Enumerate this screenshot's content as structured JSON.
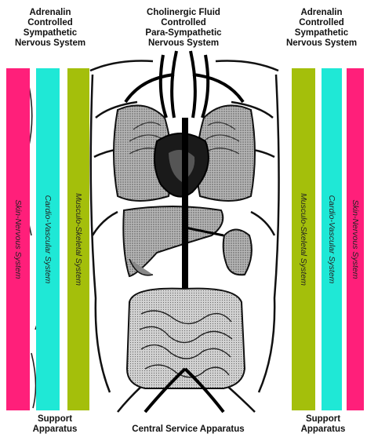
{
  "labels": {
    "left_nervous": [
      "Adrenalin",
      "Controlled",
      "Sympathetic",
      "Nervous System"
    ],
    "center_nervous": [
      "Cholinergic Fluid",
      "Controlled",
      "Para-Sympathetic",
      "Nervous System"
    ],
    "right_nervous": [
      "Adrenalin",
      "Controlled",
      "Sympathetic",
      "Nervous System"
    ],
    "left_support": [
      "Support",
      "Apparatus"
    ],
    "central_service": "Central Service Apparatus",
    "right_support": [
      "Support",
      "Apparatus"
    ]
  },
  "bars": {
    "left_skin": "Skin-Nervous System",
    "left_cardio": "Cardio-Vascular System",
    "left_musculo": "Musculo-Skeletal System",
    "right_musculo": "Musculo-Skeletal System",
    "right_cardio": "Cardio-Vascular System",
    "right_skin": "Skin-Nervous System"
  },
  "colors": {
    "skin": "#ff1f7a",
    "cardio": "#1fe8d6",
    "musculo": "#a4bf0b",
    "organ_gray": "#9a9a9a",
    "organ_dark": "#2a2a2a"
  },
  "icons": {
    "illustration": "human-torso-organs-illustration"
  }
}
